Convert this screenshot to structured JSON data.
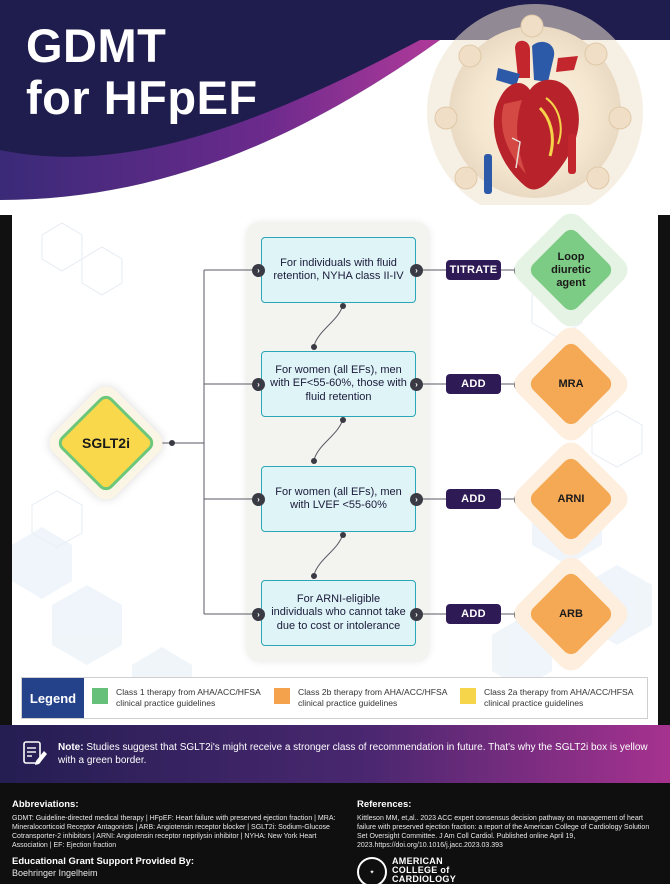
{
  "header": {
    "title_line1": "GDMT",
    "title_line2": "for HFpEF"
  },
  "diagram": {
    "start": {
      "label": "SGLT2i",
      "fill": "#f9d84b",
      "border": "#6cc77a"
    },
    "conditions": [
      {
        "text": "For individuals with fluid retention, NYHA class II-IV"
      },
      {
        "text": "For women (all EFs), men with EF<55-60%, those with fluid retention"
      },
      {
        "text": "For women (all EFs), men with LVEF <55-60%"
      },
      {
        "text": "For ARNI-eligible individuals who cannot take due to cost or intolerance"
      }
    ],
    "actions": [
      "TITRATE",
      "ADD",
      "ADD",
      "ADD"
    ],
    "outcomes": [
      {
        "label_line1": "Loop",
        "label_line2": "diuretic",
        "label_line3": "agent",
        "fill": "#7dcc85"
      },
      {
        "label": "MRA",
        "fill": "#f6a955"
      },
      {
        "label": "ARNI",
        "fill": "#f6a955"
      },
      {
        "label": "ARB",
        "fill": "#f6a955"
      }
    ]
  },
  "legend": {
    "title": "Legend",
    "items": [
      {
        "text": "Class 1 therapy from AHA/ACC/HFSA clinical practice guidelines",
        "color": "#66c07a"
      },
      {
        "text": "Class 2b therapy from AHA/ACC/HFSA clinical practice guidelines",
        "color": "#f4a24b"
      },
      {
        "text": "Class 2a therapy from AHA/ACC/HFSA clinical practice guidelines",
        "color": "#f7d54a"
      }
    ]
  },
  "note": {
    "label": "Note:",
    "text": " Studies suggest that SGLT2i's might receive a stronger class of recommendation in future. That's why the SGLT2i box is yellow with a green border."
  },
  "footer": {
    "abbreviations_heading": "Abbreviations:",
    "abbreviations_text": "GDMT: Guideline-directed medical therapy | HFpEF: Heart failure with preserved ejection fraction | MRA:  Mineralocorticoid Receptor Antagonists | ARB: Angiotensin receptor blocker | SGLT2i: Sodium-Glucose Cotransporter-2 inhibitors | ARNI: Angiotensin receptor neprilysin inhibitor | NYHA: New York Heart Association | EF: Ejection fraction",
    "references_heading": "References:",
    "references_text": "Kittleson MM, et,al.. 2023 ACC expert consensus decision pathway on management of heart failure with preserved ejection fraction: a report of the American College of Cardiology Solution Set Oversight Committee. J Am Coll Cardiol. Published online April 19, 2023.https://doi.org/10.1016/j.jacc.2023.03.393",
    "grant_heading": "Educational Grant Support Provided By:",
    "grant_text": "Boehringer Ingelheim",
    "logo_line1": "AMERICAN",
    "logo_line2": "COLLEGE of",
    "logo_line3": "CARDIOLOGY"
  }
}
